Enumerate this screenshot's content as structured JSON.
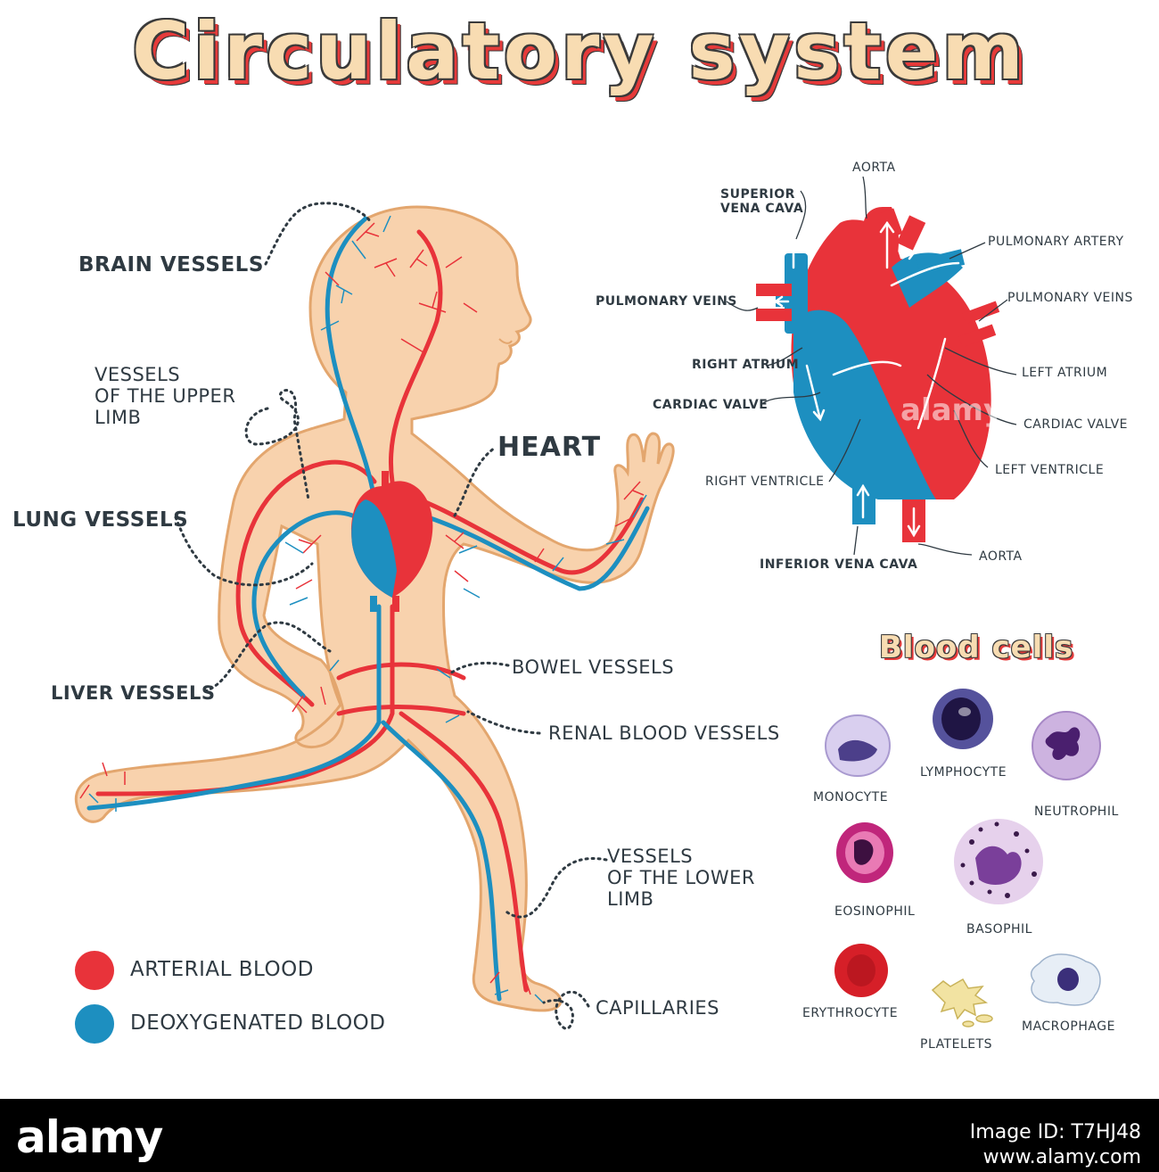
{
  "title": "Circulatory system",
  "colors": {
    "arterial": "#e8333a",
    "venous": "#1d8fc0",
    "skin": "#f8d2ad",
    "skin_outline": "#e3a66e"
  },
  "body_labels": {
    "brain_vessels": "BRAIN VESSELS",
    "upper_limb": "VESSELS\nOF THE UPPER\nLIMB",
    "heart": "HEART",
    "lung_vessels": "LUNG VESSELS",
    "liver_vessels": "LIVER VESSELS",
    "bowel_vessels": "BOWEL VESSELS",
    "renal_vessels": "RENAL BLOOD VESSELS",
    "lower_limb": "VESSELS\nOF THE LOWER\nLIMB",
    "capillaries": "CAPILLARIES"
  },
  "legend": {
    "arterial": "ARTERIAL BLOOD",
    "deoxygenated": "DEOXYGENATED BLOOD"
  },
  "heart_labels": {
    "aorta_top": "AORTA",
    "superior_vena_cava": "SUPERIOR\nVENA CAVA",
    "pulmonary_artery": "PULMONARY ARTERY",
    "pulmonary_veins_left": "PULMONARY VEINS",
    "pulmonary_veins_right": "PULMONARY VEINS",
    "right_atrium": "RIGHT ATRIUM",
    "left_atrium": "LEFT ATRIUM",
    "cardiac_valve_left": "CARDIAC VALVE",
    "cardiac_valve_right": "CARDIAC VALVE",
    "right_ventricle": "RIGHT VENTRICLE",
    "left_ventricle": "LEFT VENTRICLE",
    "inferior_vena_cava": "INFERIOR VENA CAVA",
    "aorta_bottom": "AORTA"
  },
  "blood_cells": {
    "title": "Blood cells",
    "items": {
      "monocyte": "MONOCYTE",
      "lymphocyte": "LYMPHOCYTE",
      "neutrophil": "NEUTROPHIL",
      "eosinophil": "EOSINOPHIL",
      "basophil": "BASOPHIL",
      "erythrocyte": "ERYTHROCYTE",
      "platelets": "PLATELETS",
      "macrophage": "MACROPHAGE"
    }
  },
  "watermark": "alamy",
  "footer": {
    "logo": "alamy",
    "image_id": "Image ID: T7HJ48",
    "site": "www.alamy.com"
  }
}
